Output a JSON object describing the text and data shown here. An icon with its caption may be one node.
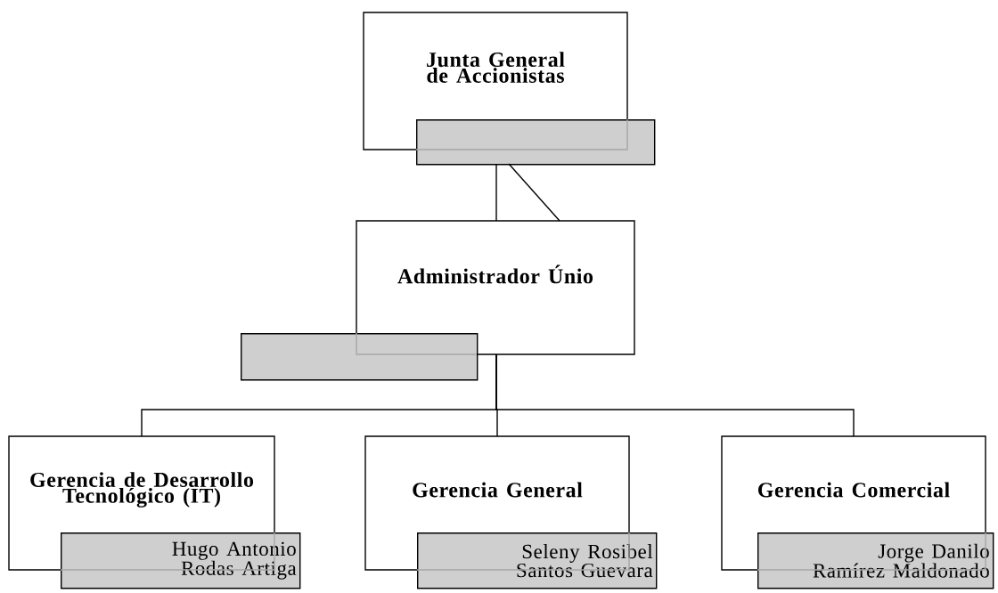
{
  "diagram": {
    "nodes": [
      {
        "text": [
          "Junta General de Accionistas"
        ]
      },
      {
        "text": [],
        "shape": "box"
      },
      {
        "text": [
          "Administrador Únio"
        ]
      },
      {
        "text": [],
        "shape": "box"
      },
      {
        "text": [
          "Gerencia de Desarrollo Tecnológico (IT)"
        ]
      },
      {
        "text": [
          "Hugo Antonio Rodas Artiga"
        ]
      },
      {
        "text": [
          "Gerencia General"
        ]
      },
      {
        "text": [
          "Seleny Rosibel Santos Guevara"
        ]
      },
      {
        "text": [
          "Gerencia Comercial"
        ]
      },
      {
        "text": [
          "Jorge Danilo Ramírez Maldonado"
        ]
      }
    ],
    "edges": [
      {
        "from": 1,
        "to": 2,
        "arrow": "none"
      },
      {
        "from": 1,
        "to": 2,
        "arrow": "none"
      },
      {
        "from": 2,
        "to": 4,
        "arrow": "none"
      },
      {
        "from": 2,
        "to": 6,
        "arrow": "none"
      },
      {
        "from": 2,
        "to": 8,
        "arrow": "none"
      }
    ]
  }
}
